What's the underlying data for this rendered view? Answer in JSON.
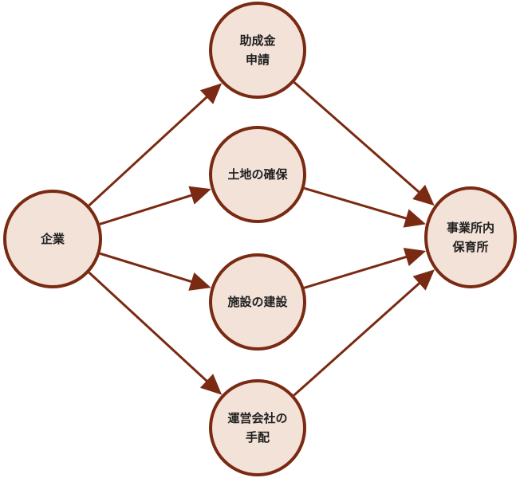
{
  "colors": {
    "node_fill": "#f3e2d8",
    "node_stroke": "#7a2a12",
    "arrow": "#7a2a12"
  },
  "nodes": {
    "kigyo": {
      "line1": "企業"
    },
    "josei": {
      "line1": "助成金",
      "line2": "申請"
    },
    "tochi": {
      "line1": "土地の確保"
    },
    "shisetsu": {
      "line1": "施設の建設"
    },
    "unei": {
      "line1": "運営会社の",
      "line2": "手配"
    },
    "hoiku": {
      "line1": "事業所内",
      "line2": "保育所"
    }
  },
  "edges": [
    {
      "from": "kigyo",
      "to": "josei"
    },
    {
      "from": "kigyo",
      "to": "tochi"
    },
    {
      "from": "kigyo",
      "to": "shisetsu"
    },
    {
      "from": "kigyo",
      "to": "unei"
    },
    {
      "from": "josei",
      "to": "hoiku"
    },
    {
      "from": "tochi",
      "to": "hoiku"
    },
    {
      "from": "shisetsu",
      "to": "hoiku"
    },
    {
      "from": "unei",
      "to": "hoiku"
    }
  ]
}
